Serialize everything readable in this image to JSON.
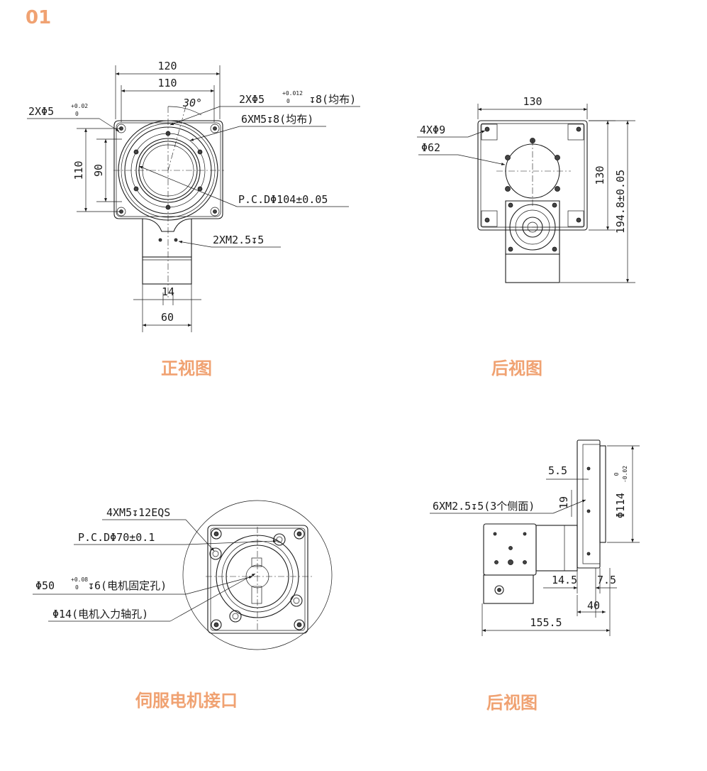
{
  "section_number": "01",
  "colors": {
    "caption": "#f0a272",
    "line": "#1a1a1a",
    "background": "#ffffff"
  },
  "captions": {
    "front": "正视图",
    "rear_top": "后视图",
    "servo": "伺服电机接口",
    "rear_bottom": "后视图"
  },
  "front": {
    "width_outer": "120",
    "width_inner": "110",
    "angle": "30°",
    "pin_left_main": "2XΦ5",
    "pin_left_tol_upper": "+0.02",
    "pin_left_tol_lower": "0",
    "pin_right_main": "2XΦ5",
    "pin_right_tol_upper": "+0.012",
    "pin_right_tol_lower": "0",
    "pin_right_depth": "↧8(均布)",
    "thread": "6XM5↧8(均布)",
    "pcd": "P.C.DΦ104±0.05",
    "height_outer": "110",
    "height_inner": "90",
    "side_thread": "2XM2.5↧5",
    "shaft_width": "14",
    "base_width": "60"
  },
  "rear_top": {
    "width": "130",
    "holes": "4XΦ9",
    "bore": "Φ62",
    "height": "130",
    "total_height": "194.8±0.05"
  },
  "servo": {
    "thread": "4XM5↧12EQS",
    "pcd": "P.C.DΦ70±0.1",
    "spigot_main": "Φ50",
    "spigot_tol_upper": "+0.08",
    "spigot_tol_lower": "0",
    "spigot_note": "↧6(电机固定孔)",
    "shaft": "Φ14(电机入力轴孔)"
  },
  "side": {
    "dim_55": "5.5",
    "dim_19": "19",
    "side_thread": "6XM2.5↧5(3个侧面)",
    "dia_main": "Φ114",
    "dia_tol_upper": "0",
    "dia_tol_lower": "-0.02",
    "dim_145": "14.5",
    "dim_75": "7.5",
    "dim_40": "40",
    "total_length": "155.5"
  }
}
